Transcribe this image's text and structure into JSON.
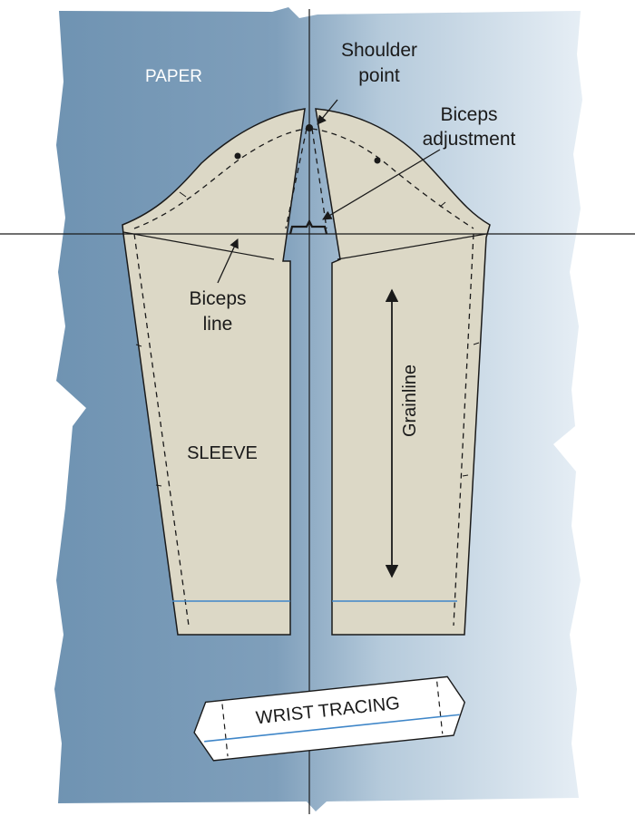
{
  "labels": {
    "paper": "PAPER",
    "shoulder_point_1": "Shoulder",
    "shoulder_point_2": "point",
    "biceps_adjustment_1": "Biceps",
    "biceps_adjustment_2": "adjustment",
    "biceps_line_1": "Biceps",
    "biceps_line_2": "line",
    "sleeve": "SLEEVE",
    "grainline": "Grainline",
    "wrist_tracing": "WRIST TRACING"
  },
  "colors": {
    "paper_dark": "#6f93b2",
    "paper_light": "#e6eef5",
    "pattern_fill": "#dcd8c6",
    "outline": "#1a1a1a",
    "wrist_line": "#3f86c8"
  }
}
